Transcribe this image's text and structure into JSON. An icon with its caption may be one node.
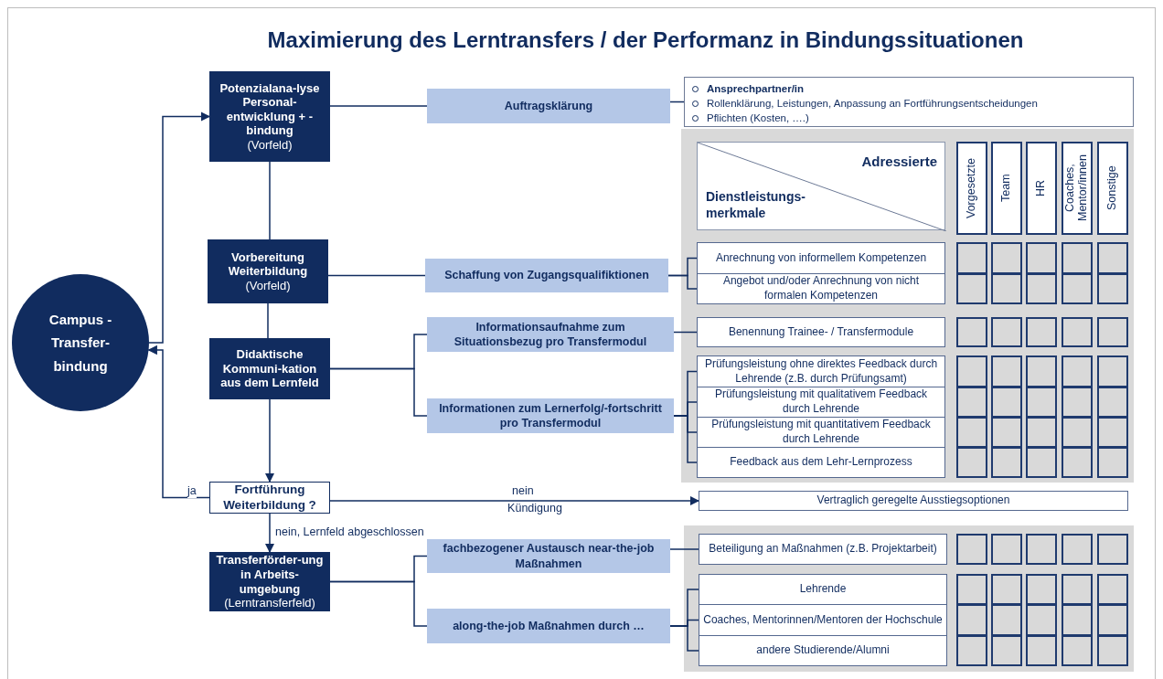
{
  "diagram": {
    "title": "Maximierung des Lerntransfers / der Performanz in Bindungssituationen",
    "nodes": [
      {
        "text": [
          "Campus - Transfer-bindung"
        ]
      },
      {
        "text": [
          "Potenzialana-lyse Personal-entwicklung + -bindung",
          "(Vorfeld)"
        ]
      },
      {
        "text": [
          "Vorbereitung Weiterbildung",
          "(Vorfeld)"
        ]
      },
      {
        "text": [
          "Didaktische Kommuni-kation aus dem Lernfeld"
        ]
      },
      {
        "text": [
          "Fortführung Weiterbildung ?"
        ]
      },
      {
        "text": [
          "Transferförder-ung in Arbeits-umgebung",
          "(Lerntransferfeld)"
        ]
      },
      {
        "text": [
          "Auftragsklärung"
        ]
      },
      {
        "text": [
          "Schaffung von Zugangsqualifiktionen"
        ]
      },
      {
        "text": [
          "Informationsaufnahme zum Situationsbezug pro Transfermodul"
        ]
      },
      {
        "text": [
          "Informationen zum Lernerfolg/-fortschritt pro Transfermodul"
        ]
      },
      {
        "text": [
          "fachbezogener Austausch near-the-job Maßnahmen"
        ]
      },
      {
        "text": [
          "along-the-job Maßnahmen durch …"
        ]
      },
      {
        "text": [
          "Ansprechpartner/in",
          "Rollenklärung, Leistungen, Anpassung an Fortführungsentscheidungen",
          "Pflichten (Kosten, ….)"
        ]
      },
      {
        "text": [
          "Anrechnung von informellem Kompetenzen"
        ]
      },
      {
        "text": [
          "Angebot und/oder Anrechnung von nicht formalen Kompetenzen"
        ]
      },
      {
        "text": [
          "Benennung Trainee- / Transfermodule"
        ]
      },
      {
        "text": [
          "Prüfungsleistung ohne direktes Feedback durch Lehrende (z.B. durch Prüfungsamt)"
        ]
      },
      {
        "text": [
          "Prüfungsleistung mit qualitativem Feedback durch Lehrende"
        ]
      },
      {
        "text": [
          "Prüfungsleistung mit quantitativem Feedback durch Lehrende"
        ]
      },
      {
        "text": [
          "Feedback aus dem Lehr-Lernprozess"
        ]
      },
      {
        "text": [
          "Vertraglich geregelte Ausstiegsoptionen"
        ]
      },
      {
        "text": [
          "Beteiligung an Maßnahmen (z.B. Projektarbeit)"
        ]
      },
      {
        "text": [
          "Lehrende"
        ]
      },
      {
        "text": [
          "Coaches, Mentorinnen/Mentoren der Hochschule"
        ]
      },
      {
        "text": [
          "andere Studierende/Alumni"
        ]
      }
    ],
    "edges": [
      {
        "from": 0,
        "to": 1,
        "arrow": "to"
      },
      {
        "from": 1,
        "to": 2,
        "arrow": "none"
      },
      {
        "from": 2,
        "to": 3,
        "arrow": "none"
      },
      {
        "from": 3,
        "to": 4,
        "arrow": "to"
      },
      {
        "from": 4,
        "to": 5,
        "arrow": "to",
        "label": "nein, Lernfeld abgeschlossen"
      },
      {
        "from": 4,
        "to": 0,
        "arrow": "to",
        "label": "ja"
      },
      {
        "from": 4,
        "to": 20,
        "arrow": "to",
        "label": "nein"
      },
      {
        "from": 1,
        "to": 6,
        "arrow": "none"
      },
      {
        "from": 2,
        "to": 7,
        "arrow": "none"
      },
      {
        "from": 3,
        "to": 8,
        "arrow": "none"
      },
      {
        "from": 3,
        "to": 9,
        "arrow": "none"
      },
      {
        "from": 5,
        "to": 10,
        "arrow": "none"
      },
      {
        "from": 5,
        "to": 11,
        "arrow": "none"
      },
      {
        "from": 6,
        "to": 12,
        "arrow": "none"
      },
      {
        "from": 7,
        "to": 13,
        "arrow": "none"
      },
      {
        "from": 7,
        "to": 14,
        "arrow": "none"
      },
      {
        "from": 8,
        "to": 15,
        "arrow": "none"
      },
      {
        "from": 9,
        "to": 16,
        "arrow": "none"
      },
      {
        "from": 9,
        "to": 17,
        "arrow": "none"
      },
      {
        "from": 9,
        "to": 18,
        "arrow": "none"
      },
      {
        "from": 9,
        "to": 19,
        "arrow": "none"
      },
      {
        "from": 10,
        "to": 21,
        "arrow": "none"
      },
      {
        "from": 11,
        "to": 22,
        "arrow": "none"
      },
      {
        "from": 11,
        "to": 23,
        "arrow": "none"
      },
      {
        "from": 11,
        "to": 24,
        "arrow": "none"
      }
    ],
    "labels": [
      "Adressierte",
      "Dienstleistungs-merkmale",
      "Vorgesetzte",
      "Team",
      "HR",
      "Coaches, Mentor/innen",
      "Sonstige",
      "Kündigung"
    ]
  }
}
